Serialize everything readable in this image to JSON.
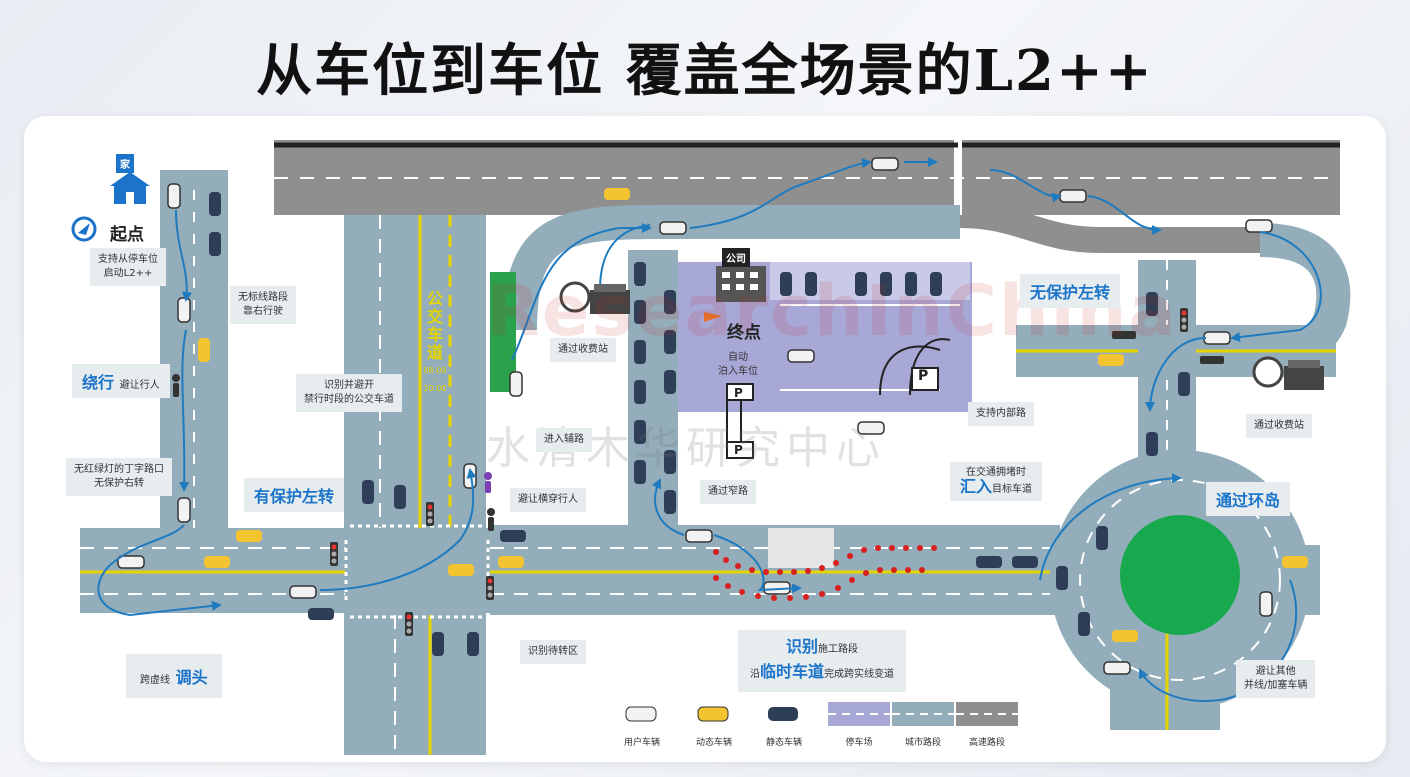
{
  "title": "从车位到车位  覆盖全场景的L2++",
  "watermark": {
    "en": "ResearchInChina",
    "cn": "水清木华研究中心"
  },
  "signs": {
    "home": "家",
    "company": "公司",
    "start": "起点",
    "end": "终点",
    "parking": "P"
  },
  "bus_lane": {
    "label": "公交车道",
    "time": "08:00 - 20:00"
  },
  "labels": {
    "support_park": [
      "支持从停车位",
      "启动L2++"
    ],
    "no_lane_line": [
      "无标线路段",
      "靠右行驶"
    ],
    "detour_main": "绕行",
    "detour_sub": "避让行人",
    "no_light_t": [
      "无红绿灯的丁字路口",
      "无保护右转"
    ],
    "bus_lane_avoid": [
      "识别并避开",
      "禁行时段的公交车道"
    ],
    "protected_left": "有保护左转",
    "avoid_cross": "避让横穿行人",
    "pass_toll_left": "通过收费站",
    "auto_park": [
      "自动",
      "泊入车位"
    ],
    "enter_ramp": "进入辅路",
    "narrow_road": "通过窄路",
    "waiting_zone": "识别待转区",
    "inner_road": "支持内部路",
    "merge_pre": "在交通拥堵时",
    "merge_main": "汇入",
    "merge_sub": "目标车道",
    "unprotected_left": "无保护左转",
    "pass_toll_right": "通过收费站",
    "roundabout": "通过环岛",
    "construction_main": "识别",
    "construction_sub": "施工路段",
    "temp_pre": "沿",
    "temp_main": "临时车道",
    "temp_sub": "完成跨实线变道",
    "avoid_other": [
      "避让其他",
      "并线/加塞车辆"
    ],
    "uturn_pre": "跨虚线",
    "uturn_main": "调头"
  },
  "legend": [
    "用户车辆",
    "动态车辆",
    "静态车辆",
    "停车场",
    "城市路段",
    "高速路段"
  ],
  "colors": {
    "city_road": "#93adbb",
    "highway": "#8f8f8f",
    "parking": "#a7a8d6",
    "user_car": "#f2f2f2",
    "dynamic_car": "#f4c430",
    "static_car": "#2e3e57",
    "route_arrow": "#1f7bbf",
    "bus_line": "#e7d300",
    "island": "#18a84e",
    "cones": "#d8211f",
    "label_blue": "#1b74c9"
  }
}
